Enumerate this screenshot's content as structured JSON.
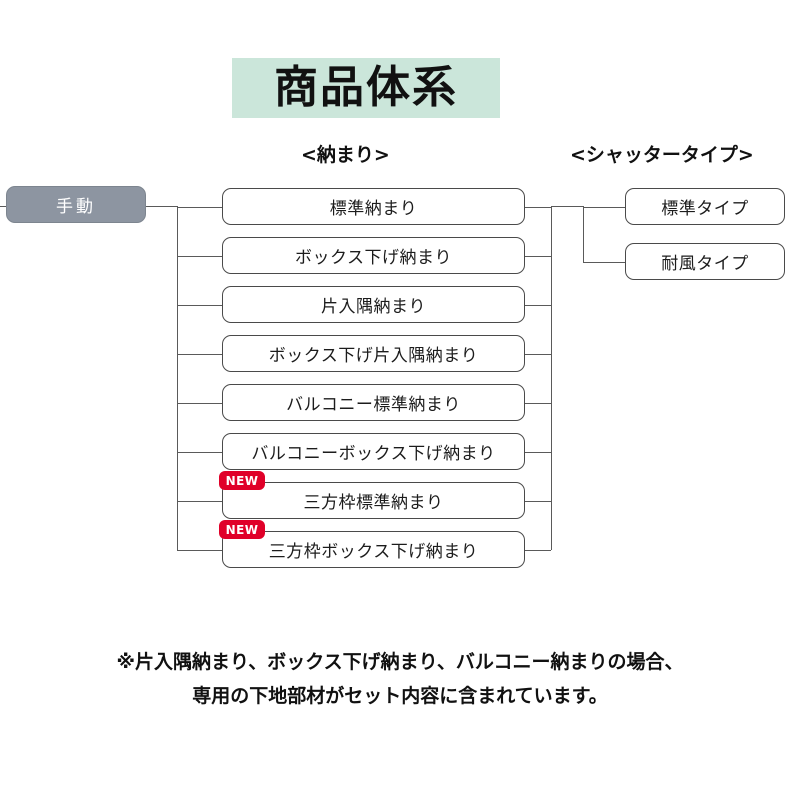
{
  "title": {
    "text": "商品体系",
    "background_color": "#cbe6da"
  },
  "headers": {
    "osamari": "<納まり>",
    "shutter": "<シャッタータイプ>"
  },
  "root": {
    "label": "手動",
    "fill_color": "#8d95a1",
    "text_color": "#ffffff"
  },
  "badge": {
    "label": "NEW",
    "color": "#e00029"
  },
  "osamari_items": [
    {
      "label": "標準納まり",
      "new": false
    },
    {
      "label": "ボックス下げ納まり",
      "new": false
    },
    {
      "label": "片入隅納まり",
      "new": false
    },
    {
      "label": "ボックス下げ片入隅納まり",
      "new": false
    },
    {
      "label": "バルコニー標準納まり",
      "new": false
    },
    {
      "label": "バルコニーボックス下げ納まり",
      "new": false
    },
    {
      "label": "三方枠標準納まり",
      "new": true
    },
    {
      "label": "三方枠ボックス下げ納まり",
      "new": true
    }
  ],
  "shutter_items": [
    {
      "label": "標準タイプ"
    },
    {
      "label": "耐風タイプ"
    }
  ],
  "footnote": {
    "line1": "※片入隅納まり、ボックス下げ納まり、バルコニー納まりの場合、",
    "line2": "専用の下地部材がセット内容に含まれています。"
  }
}
